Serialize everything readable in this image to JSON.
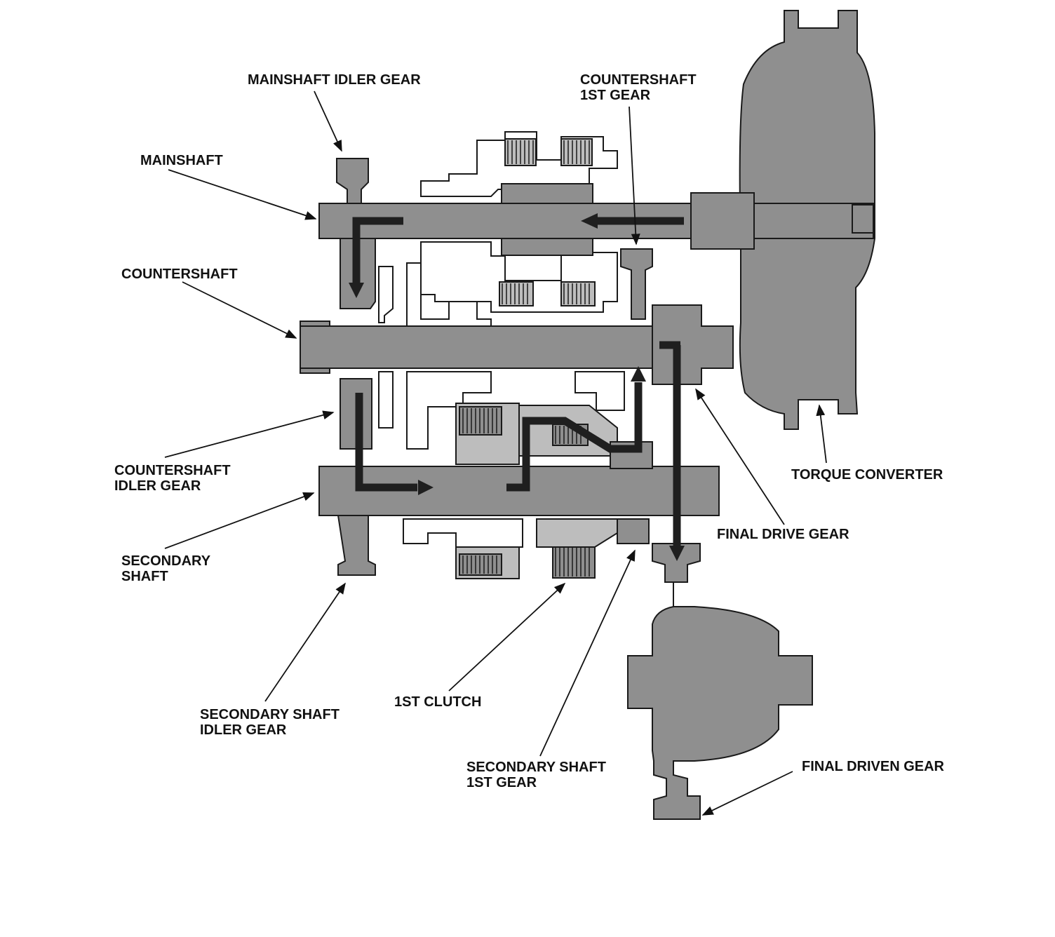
{
  "labels": {
    "mainshaft_idler_gear": "MAINSHAFT IDLER GEAR",
    "mainshaft": "MAINSHAFT",
    "countershaft_1st_gear_line1": "COUNTERSHAFT",
    "countershaft_1st_gear_line2": "1ST GEAR",
    "countershaft": "COUNTERSHAFT",
    "countershaft_idler_gear_line1": "COUNTERSHAFT",
    "countershaft_idler_gear_line2": "IDLER GEAR",
    "torque_converter": "TORQUE CONVERTER",
    "final_drive_gear": "FINAL DRIVE GEAR",
    "secondary_shaft_line1": "SECONDARY",
    "secondary_shaft_line2": "SHAFT",
    "secondary_shaft_idler_gear_line1": "SECONDARY SHAFT",
    "secondary_shaft_idler_gear_line2": "IDLER GEAR",
    "first_clutch": "1ST CLUTCH",
    "secondary_shaft_1st_gear_line1": "SECONDARY SHAFT",
    "secondary_shaft_1st_gear_line2": "1ST GEAR",
    "final_driven_gear": "FINAL DRIVEN GEAR"
  },
  "colors": {
    "part_fill": "#8f8f8f",
    "part_light": "#bdbdbd",
    "outline": "#1a1a1a",
    "flow_arrow": "#1f1f1f",
    "background": "#ffffff"
  }
}
